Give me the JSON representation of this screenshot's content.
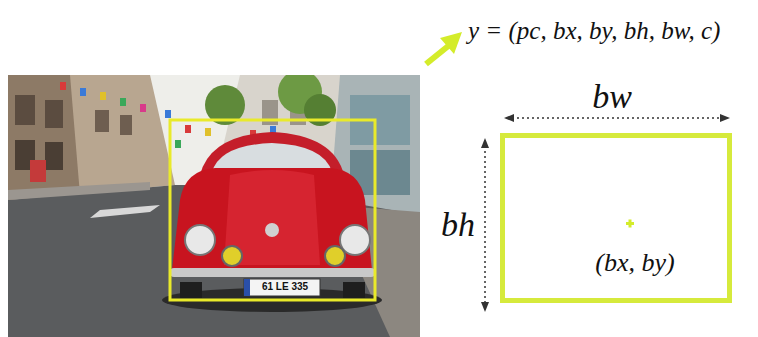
{
  "diagram": {
    "nodes": [
      {
        "text": [
          "(bx, by)"
        ]
      }
    ],
    "labels": [
      "y = (pc, bx, by, bh, bw, c)",
      "bw",
      "bh",
      "61 LE 335"
    ]
  }
}
